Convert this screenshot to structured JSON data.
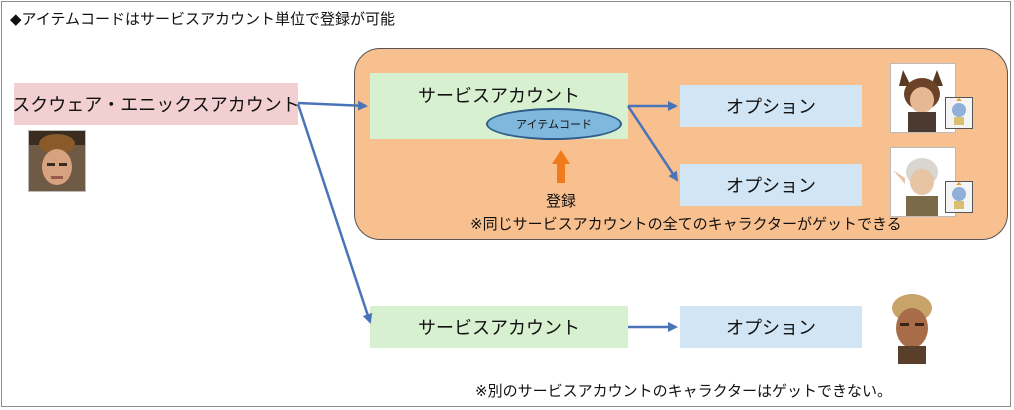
{
  "title": "◆アイテムコードはサービスアカウント単位で登録が可能",
  "square_enix_account": "スクウェア・エニックスアカウント",
  "service_account_top": "サービスアカウント",
  "service_account_bottom": "サービスアカウント",
  "item_code": "アイテムコード",
  "option_1": "オプション",
  "option_2": "オプション",
  "option_3": "オプション",
  "register_label": "登録",
  "note_shared": "※同じサービスアカウントの全てのキャラクターがゲットできる",
  "note_other": "※別のサービスアカウントのキャラクターはゲットできない。",
  "colors": {
    "panel": "#f9c08f",
    "pink_box": "#f2cfd1",
    "green_box": "#d7f0cf",
    "blue_box": "#d2e5f4",
    "ellipse": "#80b7dd",
    "arrow": "#4a74b8",
    "up_arrow": "#f07b1c"
  },
  "icons": [
    "user-portrait",
    "character-portrait",
    "chocobo-icon",
    "arrow-icon"
  ]
}
